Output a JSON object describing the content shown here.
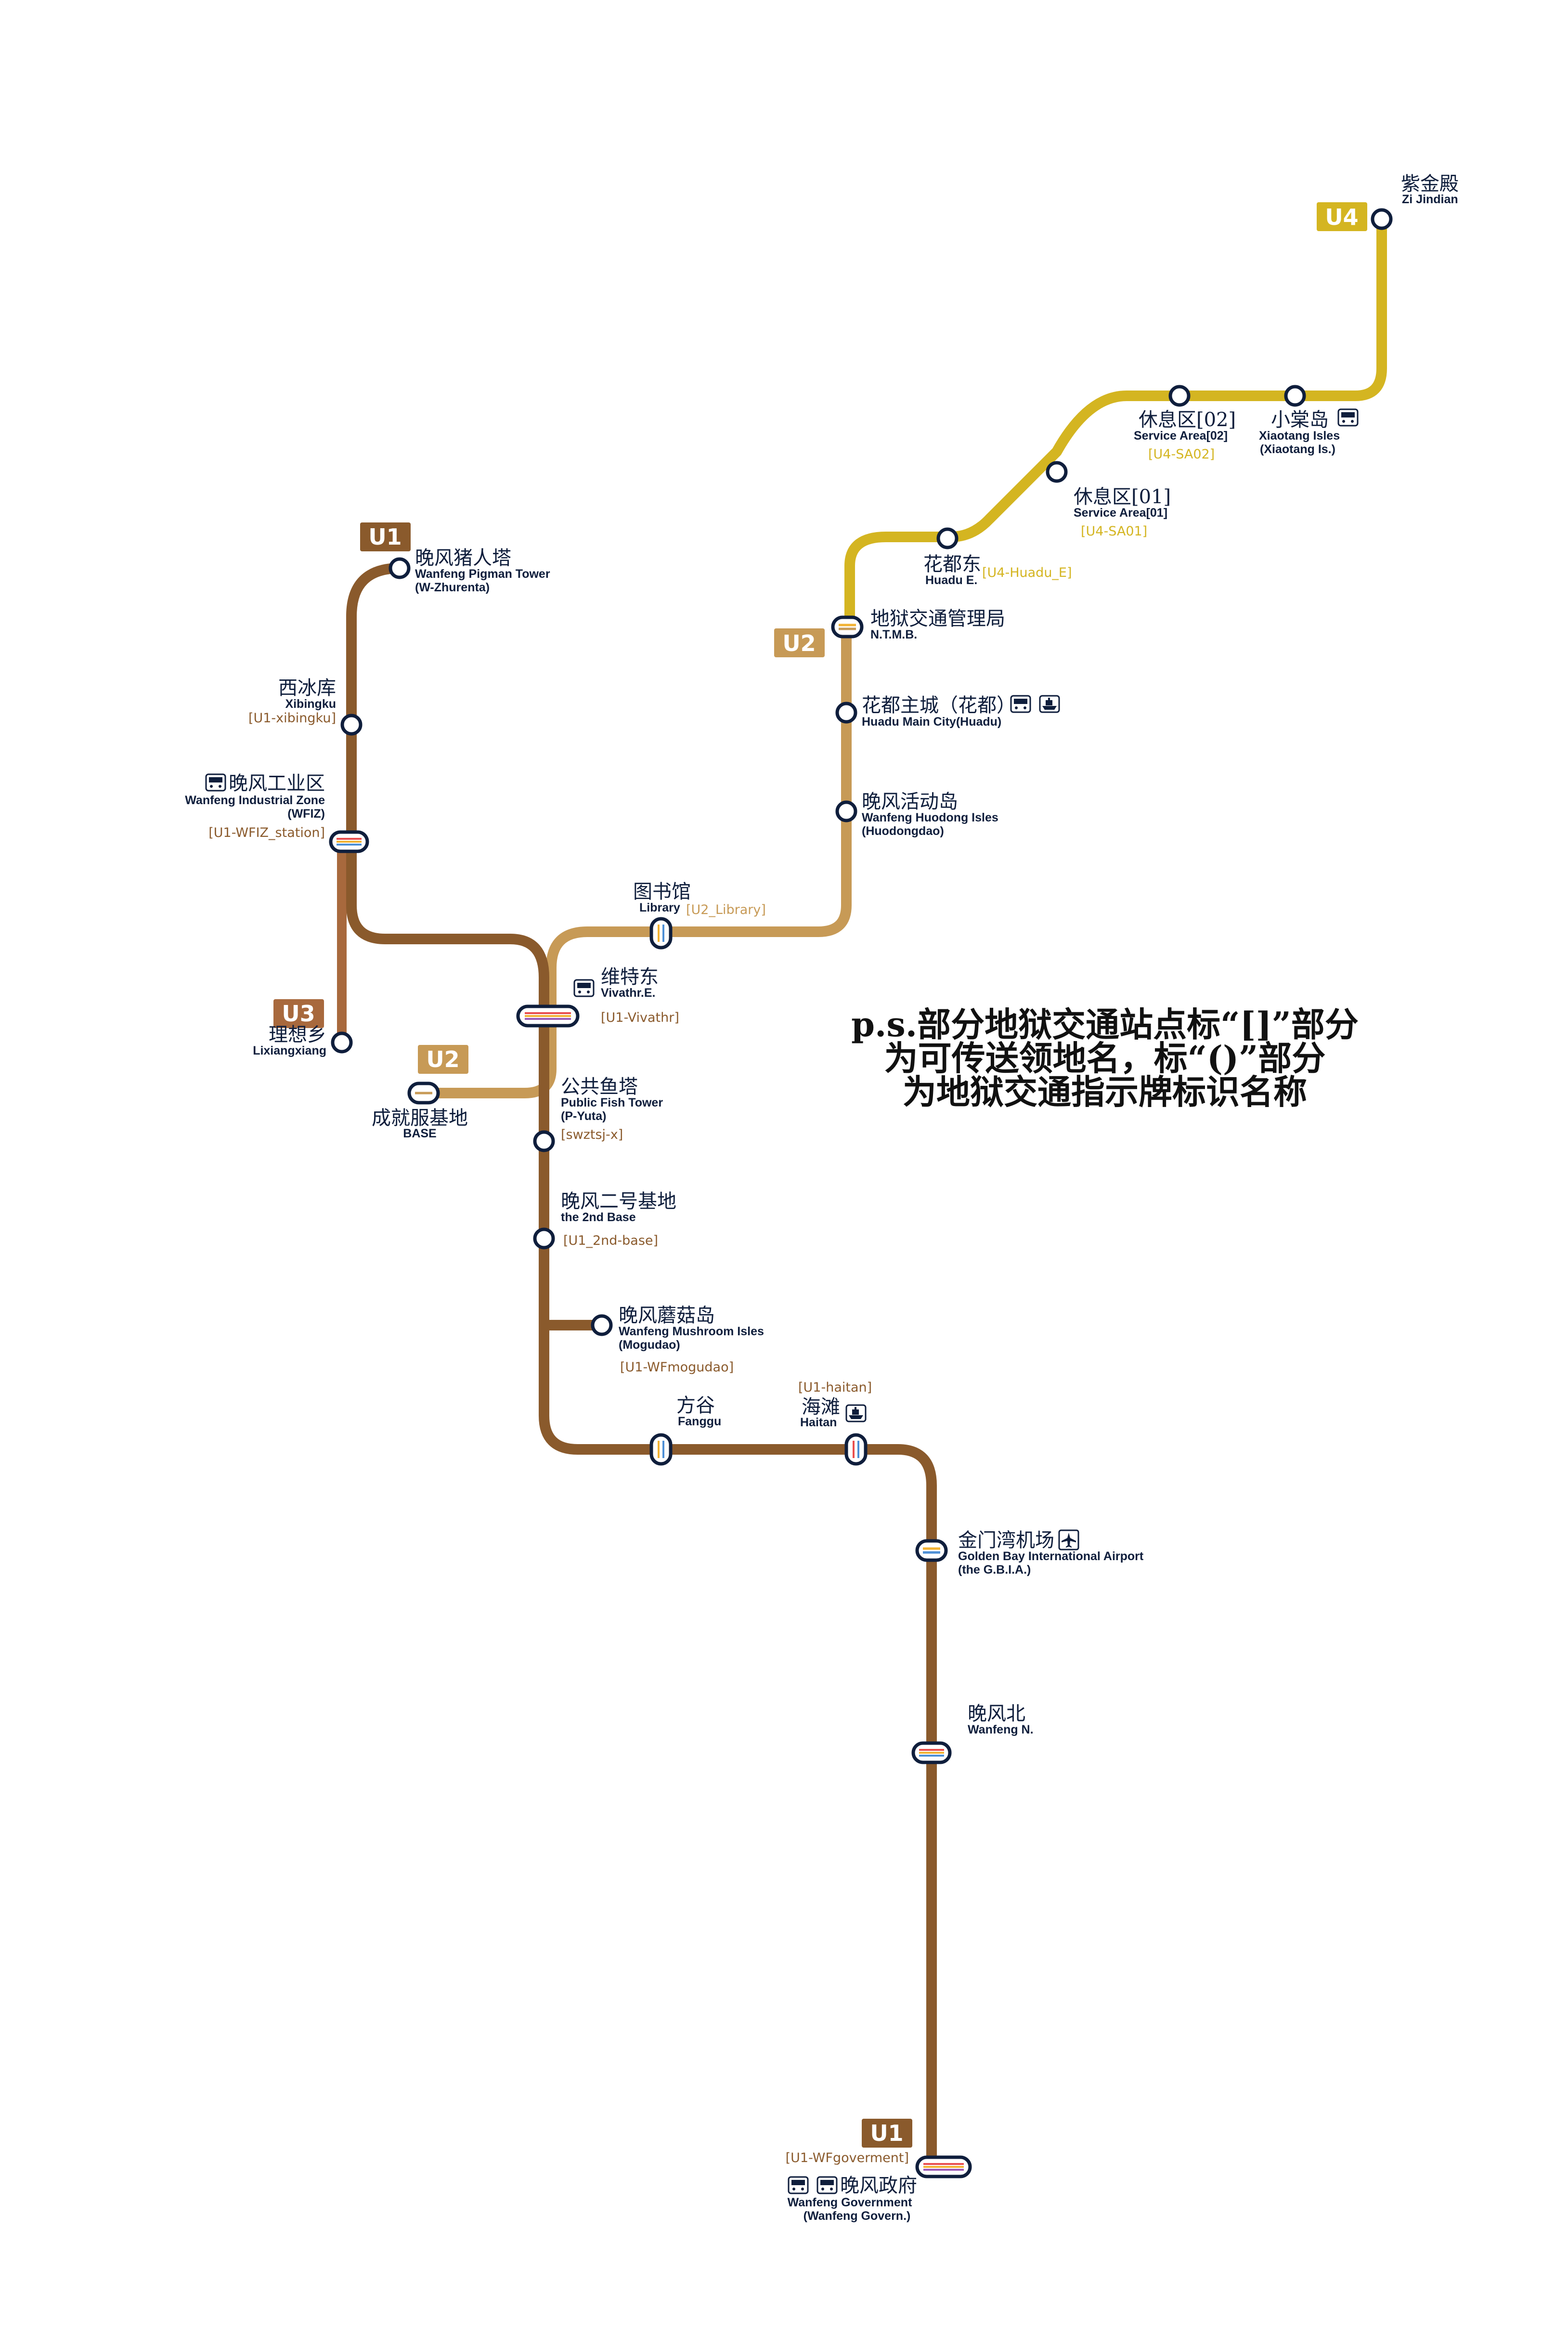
{
  "colors": {
    "U1": "#8a5a2c",
    "U2": "#c79a56",
    "U3": "#a8693d",
    "U4": "#d4b521",
    "station_outline": "#0f1e3c",
    "text": "#0f1e3c",
    "interchange_stripes": [
      "#e94f4f",
      "#f2b233",
      "#4d8fd6",
      "#9b59b6"
    ]
  },
  "lines": {
    "U1": {
      "badge": "U1",
      "badge_bottom": "U1"
    },
    "U2": {
      "badge": "U2",
      "badge_branch": "U2"
    },
    "U3": {
      "badge": "U3"
    },
    "U4": {
      "badge": "U4"
    }
  },
  "stations": {
    "zijindian": {
      "zh": "紫金殿",
      "en": "Zi Jindian"
    },
    "sa02": {
      "zh": "休息区[02]",
      "en": "Service Area[02]",
      "code": "[U4-SA02]"
    },
    "xiaotang": {
      "zh": "小棠岛",
      "en": "Xiaotang Isles",
      "en2": "(Xiaotang Is.)"
    },
    "sa01": {
      "zh": "休息区[01]",
      "en": "Service Area[01]",
      "code": "[U4-SA01]"
    },
    "huaduE": {
      "zh": "花都东",
      "en": "Huadu E.",
      "code": "[U4-Huadu_E]"
    },
    "ntmb": {
      "zh": "地狱交通管理局",
      "en": "N.T.M.B."
    },
    "huaduMain": {
      "zh": "花都主城（花都）",
      "en": "Huadu Main City(Huadu)"
    },
    "huodong": {
      "zh": "晚风活动岛",
      "en": "Wanfeng Huodong Isles",
      "en2": "(Huodongdao)"
    },
    "library": {
      "zh": "图书馆",
      "en": "Library",
      "code": "[U2_Library]"
    },
    "pigman": {
      "zh": "晚风猪人塔",
      "en": "Wanfeng Pigman Tower",
      "en2": "(W-Zhurenta)"
    },
    "xibingku": {
      "zh": "西冰库",
      "en": "Xibingku",
      "code": "[U1-xibingku]"
    },
    "wfiz": {
      "zh": "晚风工业区",
      "en": "Wanfeng Industrial Zone",
      "en2": "(WFIZ)",
      "code": "[U1-WFIZ_station]"
    },
    "lixiang": {
      "zh": "理想乡",
      "en": "Lixiangxiang"
    },
    "vivathr": {
      "zh": "维特东",
      "en": "Vivathr.E.",
      "code": "[U1-Vivathr]"
    },
    "base": {
      "zh": "成就服基地",
      "en": "BASE"
    },
    "fishtower": {
      "zh": "公共鱼塔",
      "en": "Public Fish Tower",
      "en2": "(P-Yuta)",
      "code": "[swztsj-x]"
    },
    "base2": {
      "zh": "晚风二号基地",
      "en": "the 2nd Base",
      "code": "[U1_2nd-base]"
    },
    "mogu": {
      "zh": "晚风蘑菇岛",
      "en": "Wanfeng Mushroom Isles",
      "en2": "(Mogudao)",
      "code": "[U1-WFmogudao]"
    },
    "fanggu": {
      "zh": "方谷",
      "en": "Fanggu"
    },
    "haitan": {
      "zh": "海滩",
      "en": "Haitan",
      "code": "[U1-haitan]"
    },
    "airport": {
      "zh": "金门湾机场",
      "en": "Golden Bay International Airport",
      "en2": "(the G.B.I.A.)"
    },
    "wfN": {
      "zh": "晚风北",
      "en": "Wanfeng N."
    },
    "wfGov": {
      "zh": "晚风政府",
      "en": "Wanfeng Government",
      "en2": "(Wanfeng Govern.)",
      "code": "[U1-WFgoverment]"
    }
  },
  "icons": {
    "bus": "bus-icon",
    "plane": "plane-icon",
    "ship": "ship-icon"
  },
  "note": {
    "line1": "p.s.部分地狱交通站点标“[]”部分",
    "line2": "为可传送领地名，标“()”部分",
    "line3": "为地狱交通指示牌标识名称"
  }
}
